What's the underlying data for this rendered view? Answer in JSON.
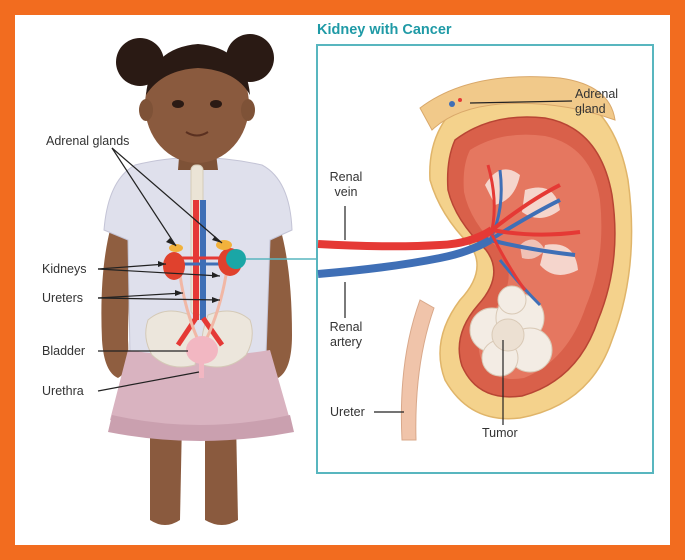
{
  "title": "Kidney with Cancer",
  "labels": {
    "adrenal_glands": "Adrenal glands",
    "kidneys": "Kidneys",
    "ureters": "Ureters",
    "bladder": "Bladder",
    "urethra": "Urethra",
    "renal_vein_1": "Renal",
    "renal_vein_2": "vein",
    "renal_artery_1": "Renal",
    "renal_artery_2": "artery",
    "adrenal_gland_1": "Adrenal",
    "adrenal_gland_2": "gland",
    "ureter": "Ureter",
    "tumor": "Tumor"
  },
  "colors": {
    "border": "#f26c1f",
    "title": "#1f9aa6",
    "inset_border": "#58b6bf",
    "artery": "#e53935",
    "vein": "#3f6fb6",
    "kidney_tissue": "#d9604a",
    "tumor": "#f3ece4",
    "fat": "#f4d28c",
    "tumor_marker": "#1aa6a6"
  }
}
